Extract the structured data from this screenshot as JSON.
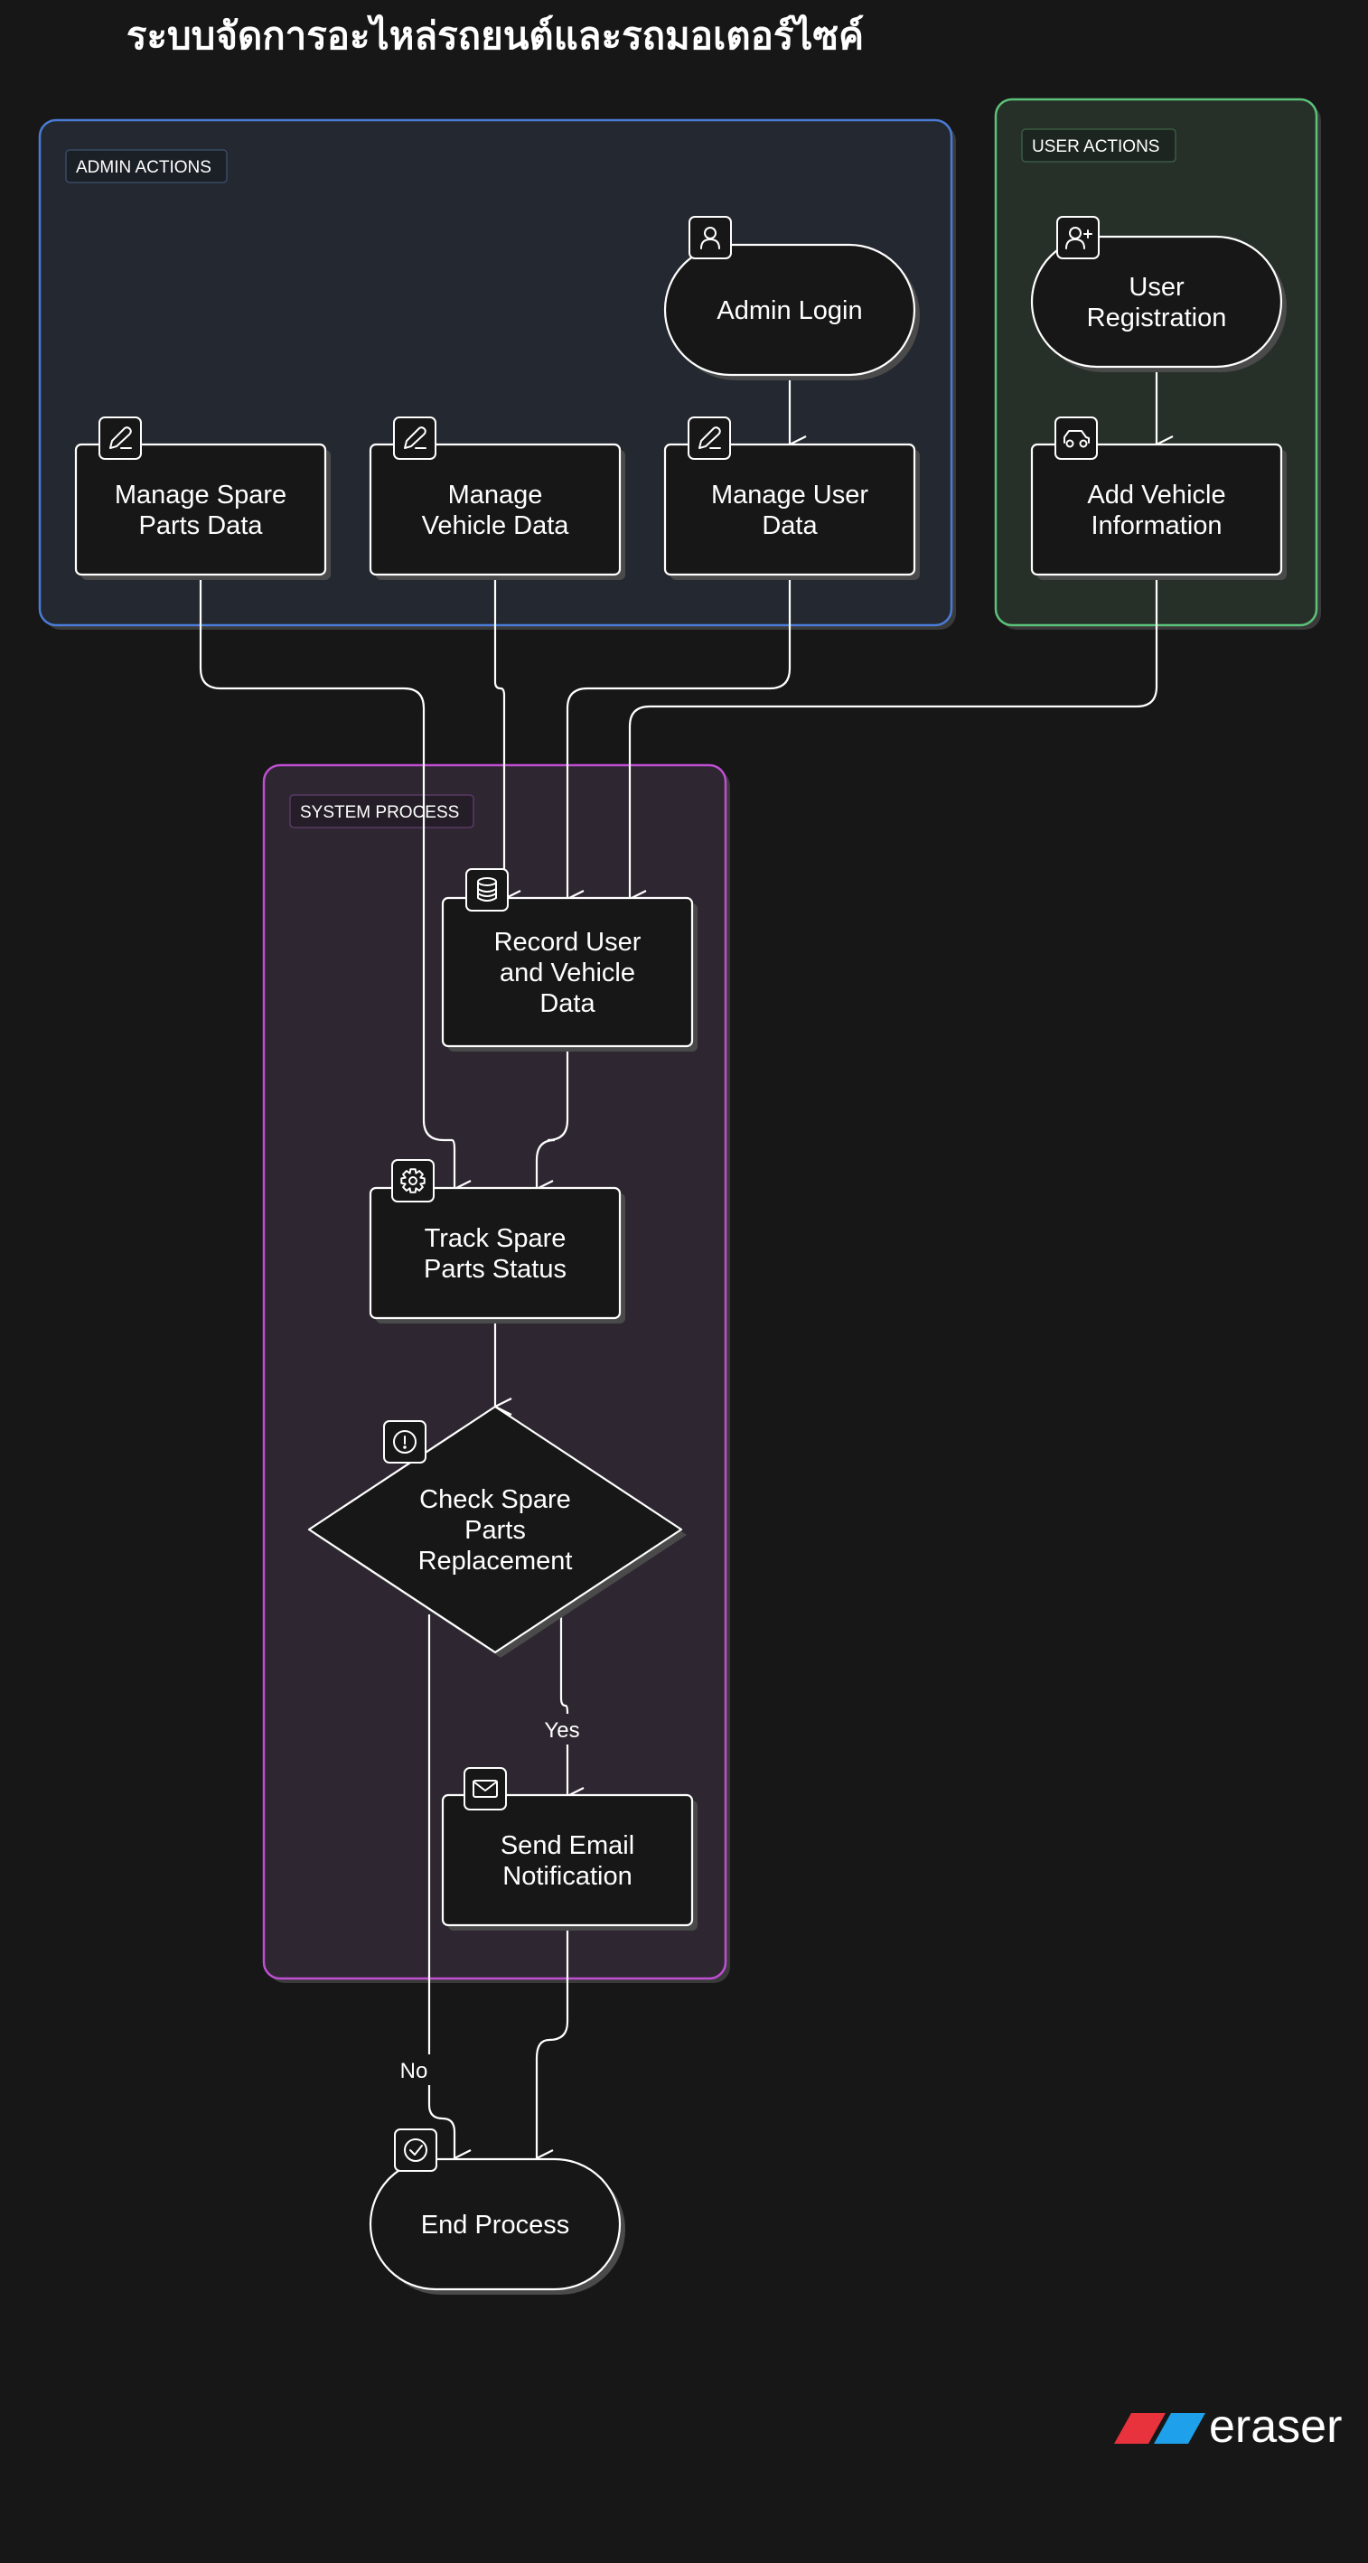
{
  "title": "ระบบจัดการอะไหล่รถยนต์และรถมอเตอร์ไซค์",
  "colors": {
    "background": "#171717",
    "admin_group": "#4a7cd6",
    "user_group": "#5cc27a",
    "system_group": "#c04fd3",
    "node_stroke": "#ffffff",
    "node_fill": "#171717",
    "brand_red": "#e8323c",
    "brand_blue": "#1fa0ea"
  },
  "groups": {
    "admin": {
      "label": "ADMIN ACTIONS"
    },
    "user": {
      "label": "USER ACTIONS"
    },
    "system": {
      "label": "SYSTEM PROCESS"
    }
  },
  "nodes": {
    "admin_login": {
      "lines": [
        "Admin Login"
      ],
      "icon": "user-icon",
      "shape": "terminal"
    },
    "user_registration": {
      "lines": [
        "User",
        "Registration"
      ],
      "icon": "user-plus-icon",
      "shape": "terminal"
    },
    "manage_spare_parts": {
      "lines": [
        "Manage Spare",
        "Parts Data"
      ],
      "icon": "pencil-icon",
      "shape": "process"
    },
    "manage_vehicle": {
      "lines": [
        "Manage",
        "Vehicle Data"
      ],
      "icon": "pencil-icon",
      "shape": "process"
    },
    "manage_user": {
      "lines": [
        "Manage User",
        "Data"
      ],
      "icon": "pencil-icon",
      "shape": "process"
    },
    "add_vehicle": {
      "lines": [
        "Add Vehicle",
        "Information"
      ],
      "icon": "car-icon",
      "shape": "process"
    },
    "record_data": {
      "lines": [
        "Record User",
        "and Vehicle",
        "Data"
      ],
      "icon": "database-icon",
      "shape": "process"
    },
    "track_status": {
      "lines": [
        "Track Spare",
        "Parts Status"
      ],
      "icon": "gear-icon",
      "shape": "process"
    },
    "check_replacement": {
      "lines": [
        "Check Spare",
        "Parts",
        "Replacement"
      ],
      "icon": "alert-icon",
      "shape": "decision"
    },
    "send_email": {
      "lines": [
        "Send Email",
        "Notification"
      ],
      "icon": "mail-icon",
      "shape": "process"
    },
    "end_process": {
      "lines": [
        "End Process"
      ],
      "icon": "check-circle-icon",
      "shape": "terminal"
    }
  },
  "edge_labels": {
    "yes": "Yes",
    "no": "No"
  },
  "brand": {
    "name": "eraser"
  }
}
